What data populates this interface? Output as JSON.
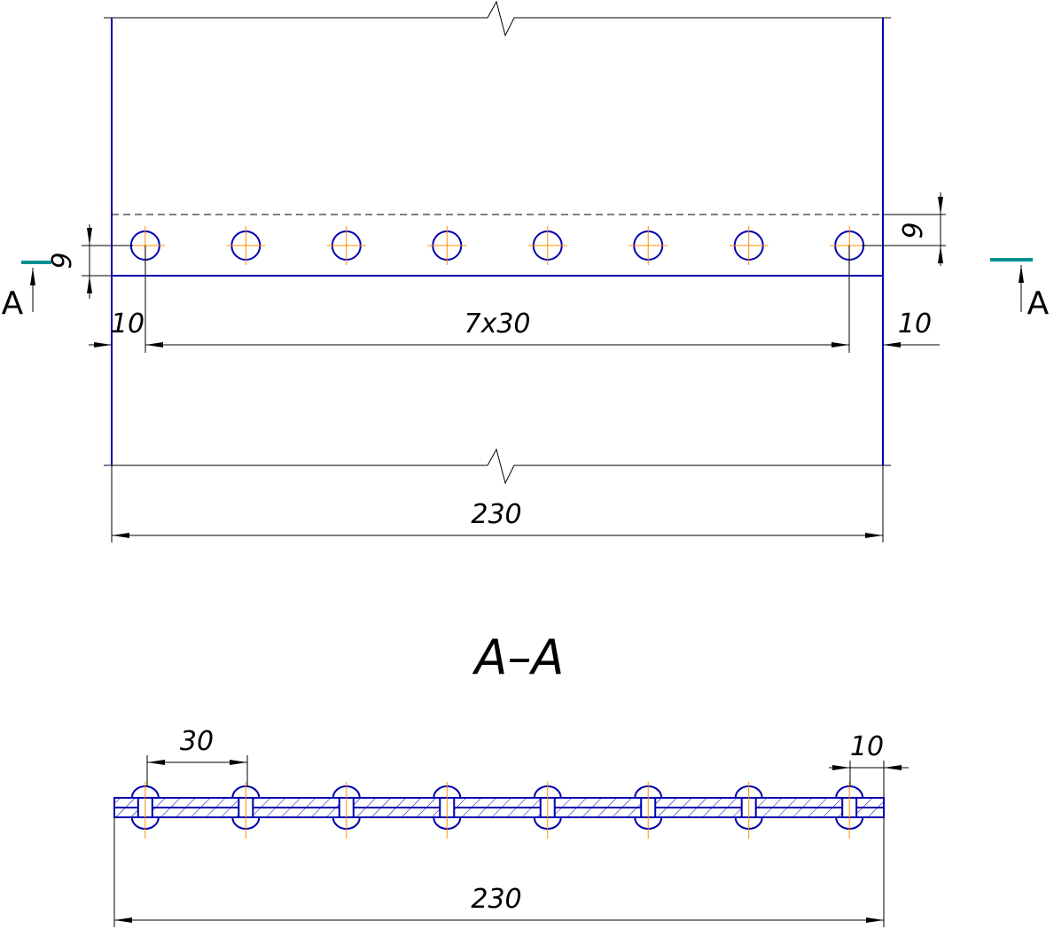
{
  "labels": {
    "hole_offset_left": "9",
    "hole_offset_right": "9",
    "edge_left": "10",
    "pitch": "7x30",
    "edge_right": "10",
    "total_top": "230",
    "section_title": "A–A",
    "section_pitch": "30",
    "section_edge": "10",
    "total_bottom": "230",
    "section_mark_left": "A",
    "section_mark_right": "A"
  },
  "colors": {
    "outline": "#0000b0",
    "centerline": "#ff8c00",
    "dimension": "#000000",
    "section_mark": "#009090",
    "hatch": "#0000b0"
  },
  "rivets": {
    "count": 8,
    "pitch_mm": 30,
    "edge_mm": 10,
    "total_mm": 230
  }
}
